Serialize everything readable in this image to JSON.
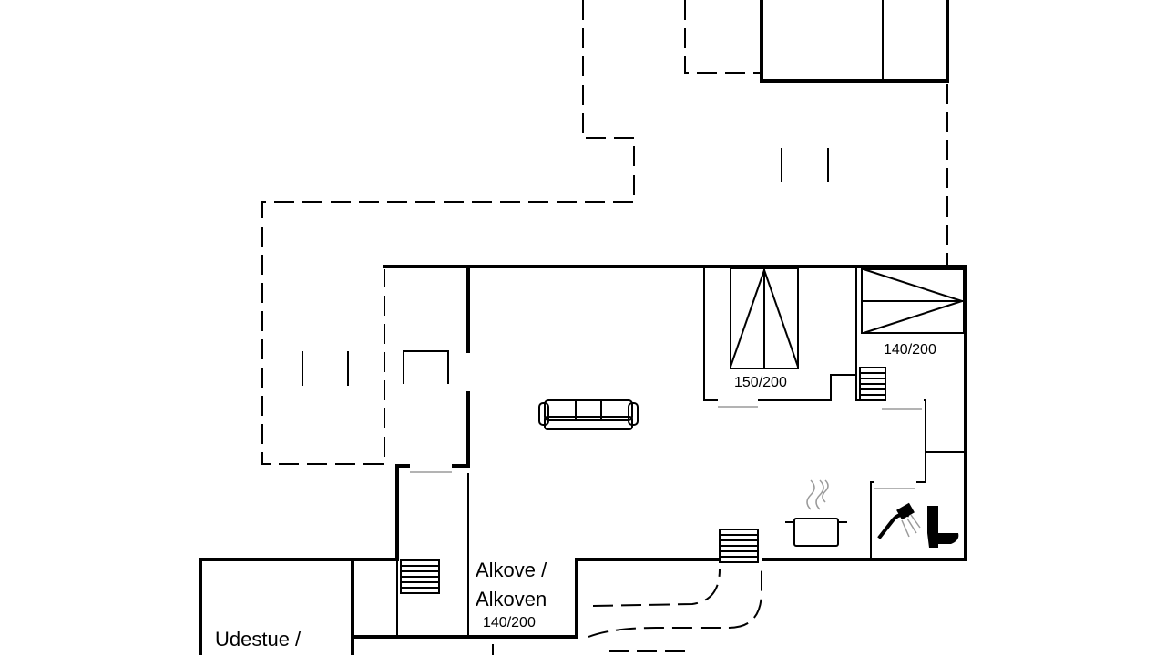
{
  "plan": {
    "labels": {
      "bed_150": "150/200",
      "bed_140": "140/200",
      "alcove_line1": "Alkove /",
      "alcove_line2": "Alkoven",
      "alcove_bed": "140/200",
      "sunroom": "Udestue /"
    },
    "icons": [
      "sofa-icon",
      "stove-pot-icon",
      "shower-icon",
      "toilet-icon",
      "stairs-icon",
      "bed-icon"
    ]
  }
}
